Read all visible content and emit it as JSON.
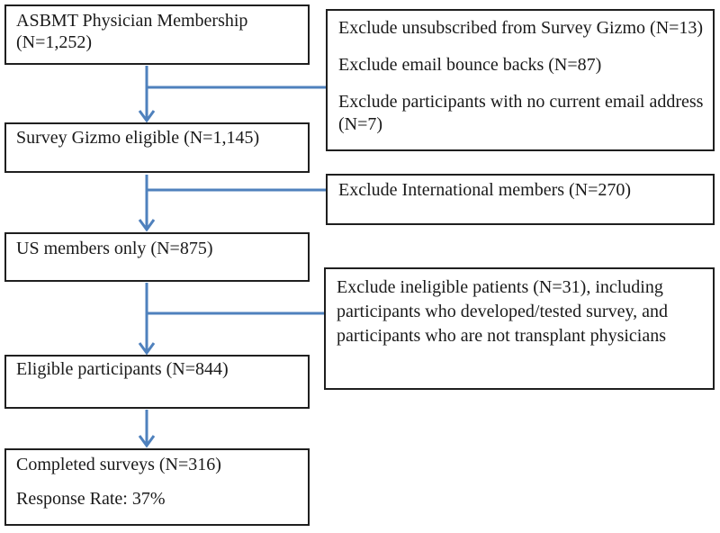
{
  "colors": {
    "arrow": "#4f81bd",
    "border": "#1f1f1f",
    "text": "#1a1a1a",
    "background": "#ffffff"
  },
  "diagram": {
    "type": "flowchart",
    "description": "Survey participant flow diagram",
    "stages": [
      {
        "text": "ASBMT Physician Membership (N=1,252)",
        "n": "1,252"
      },
      {
        "text": "Survey Gizmo eligible (N=1,145)",
        "n": "1,145"
      },
      {
        "text": "US members only (N=875)",
        "n": "875"
      },
      {
        "text": "Eligible participants (N=844)",
        "n": "844"
      },
      {
        "paragraphs": [
          "Completed surveys (N=316)",
          "Response Rate: 37%"
        ],
        "n": "316",
        "response_rate": "37%"
      }
    ],
    "exclusions": [
      {
        "paragraphs": [
          "Exclude unsubscribed from Survey Gizmo (N=13)",
          "Exclude email bounce backs (N=87)",
          "Exclude participants with no current email address (N=7)"
        ]
      },
      {
        "paragraphs": [
          "Exclude International members (N=270)"
        ]
      },
      {
        "paragraphs": [
          "Exclude ineligible patients (N=31), including participants who developed/tested survey, and participants who are not transplant physicians"
        ]
      }
    ]
  }
}
